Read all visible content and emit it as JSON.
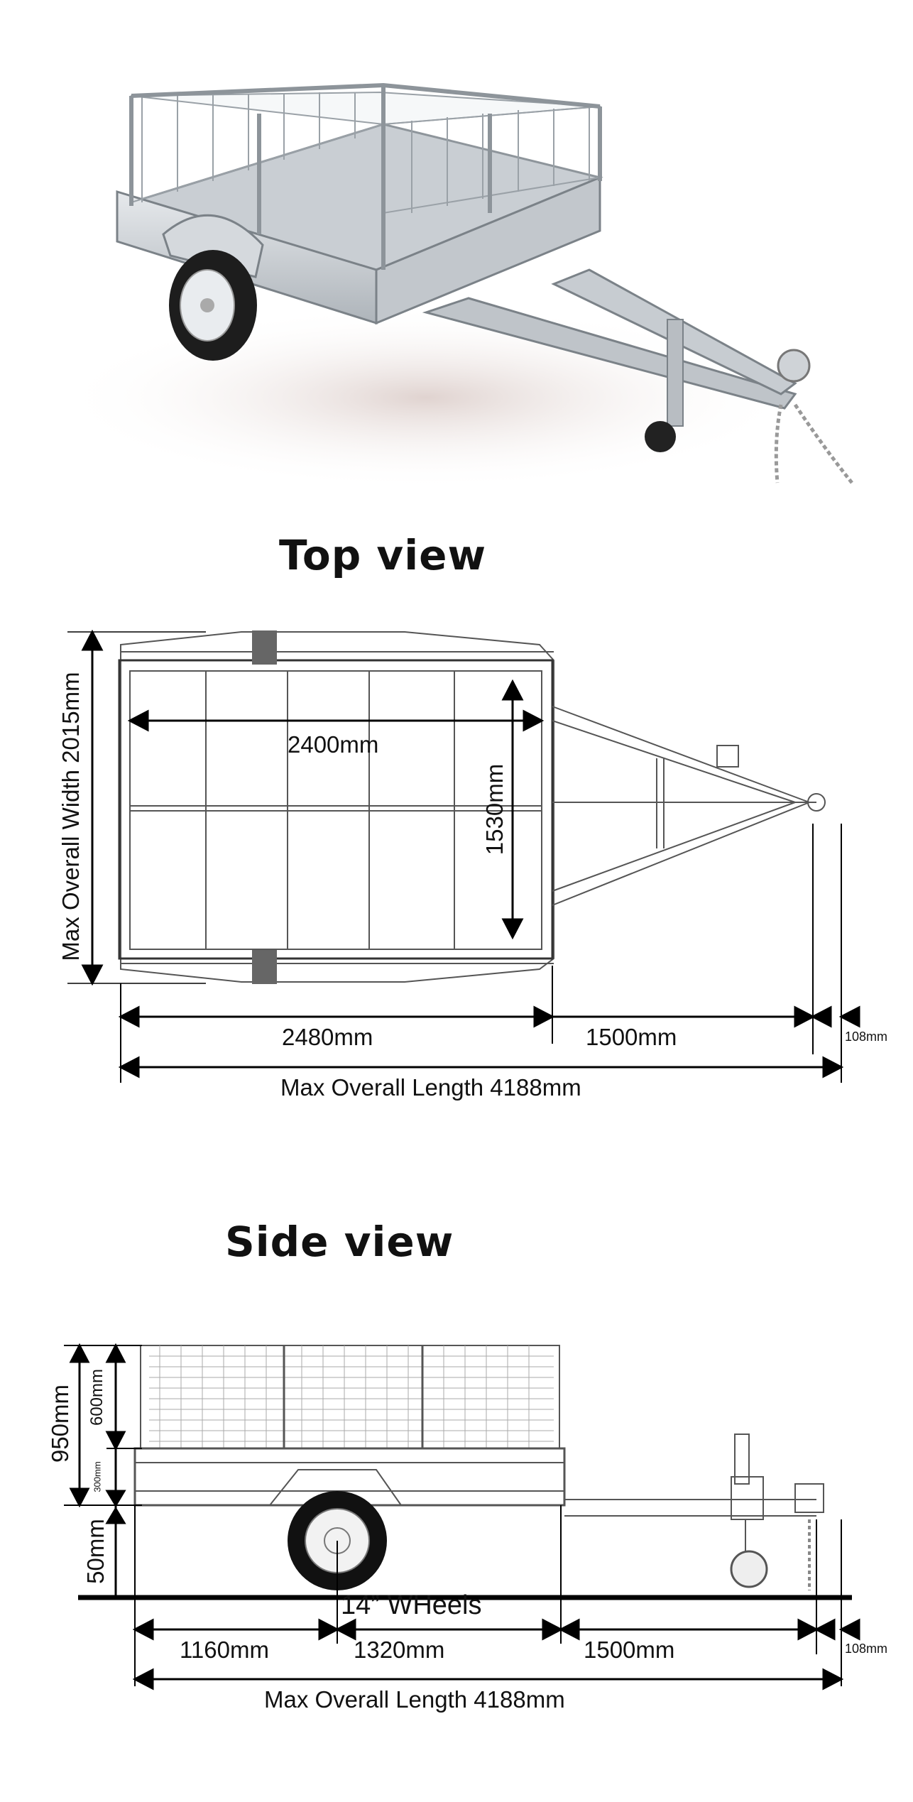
{
  "top_view": {
    "title": "Top view",
    "labels": {
      "max_width": "Max Overall Width 2015mm",
      "inner_length": "2400mm",
      "inner_width": "1530mm",
      "body_length": "2480mm",
      "drawbar_length": "1500mm",
      "coupling_length": "108mm",
      "max_length": "Max Overall Length 4188mm"
    }
  },
  "side_view": {
    "title": "Side view",
    "labels": {
      "overall_height": "950mm",
      "cage_height": "600mm",
      "side_height": "300mm",
      "ground_clearance": "50mm",
      "wheels": "14” WHeels",
      "rear_to_axle": "1160mm",
      "axle_to_front": "1320mm",
      "drawbar_length": "1500mm",
      "coupling_length": "108mm",
      "max_length": "Max Overall Length 4188mm"
    }
  }
}
